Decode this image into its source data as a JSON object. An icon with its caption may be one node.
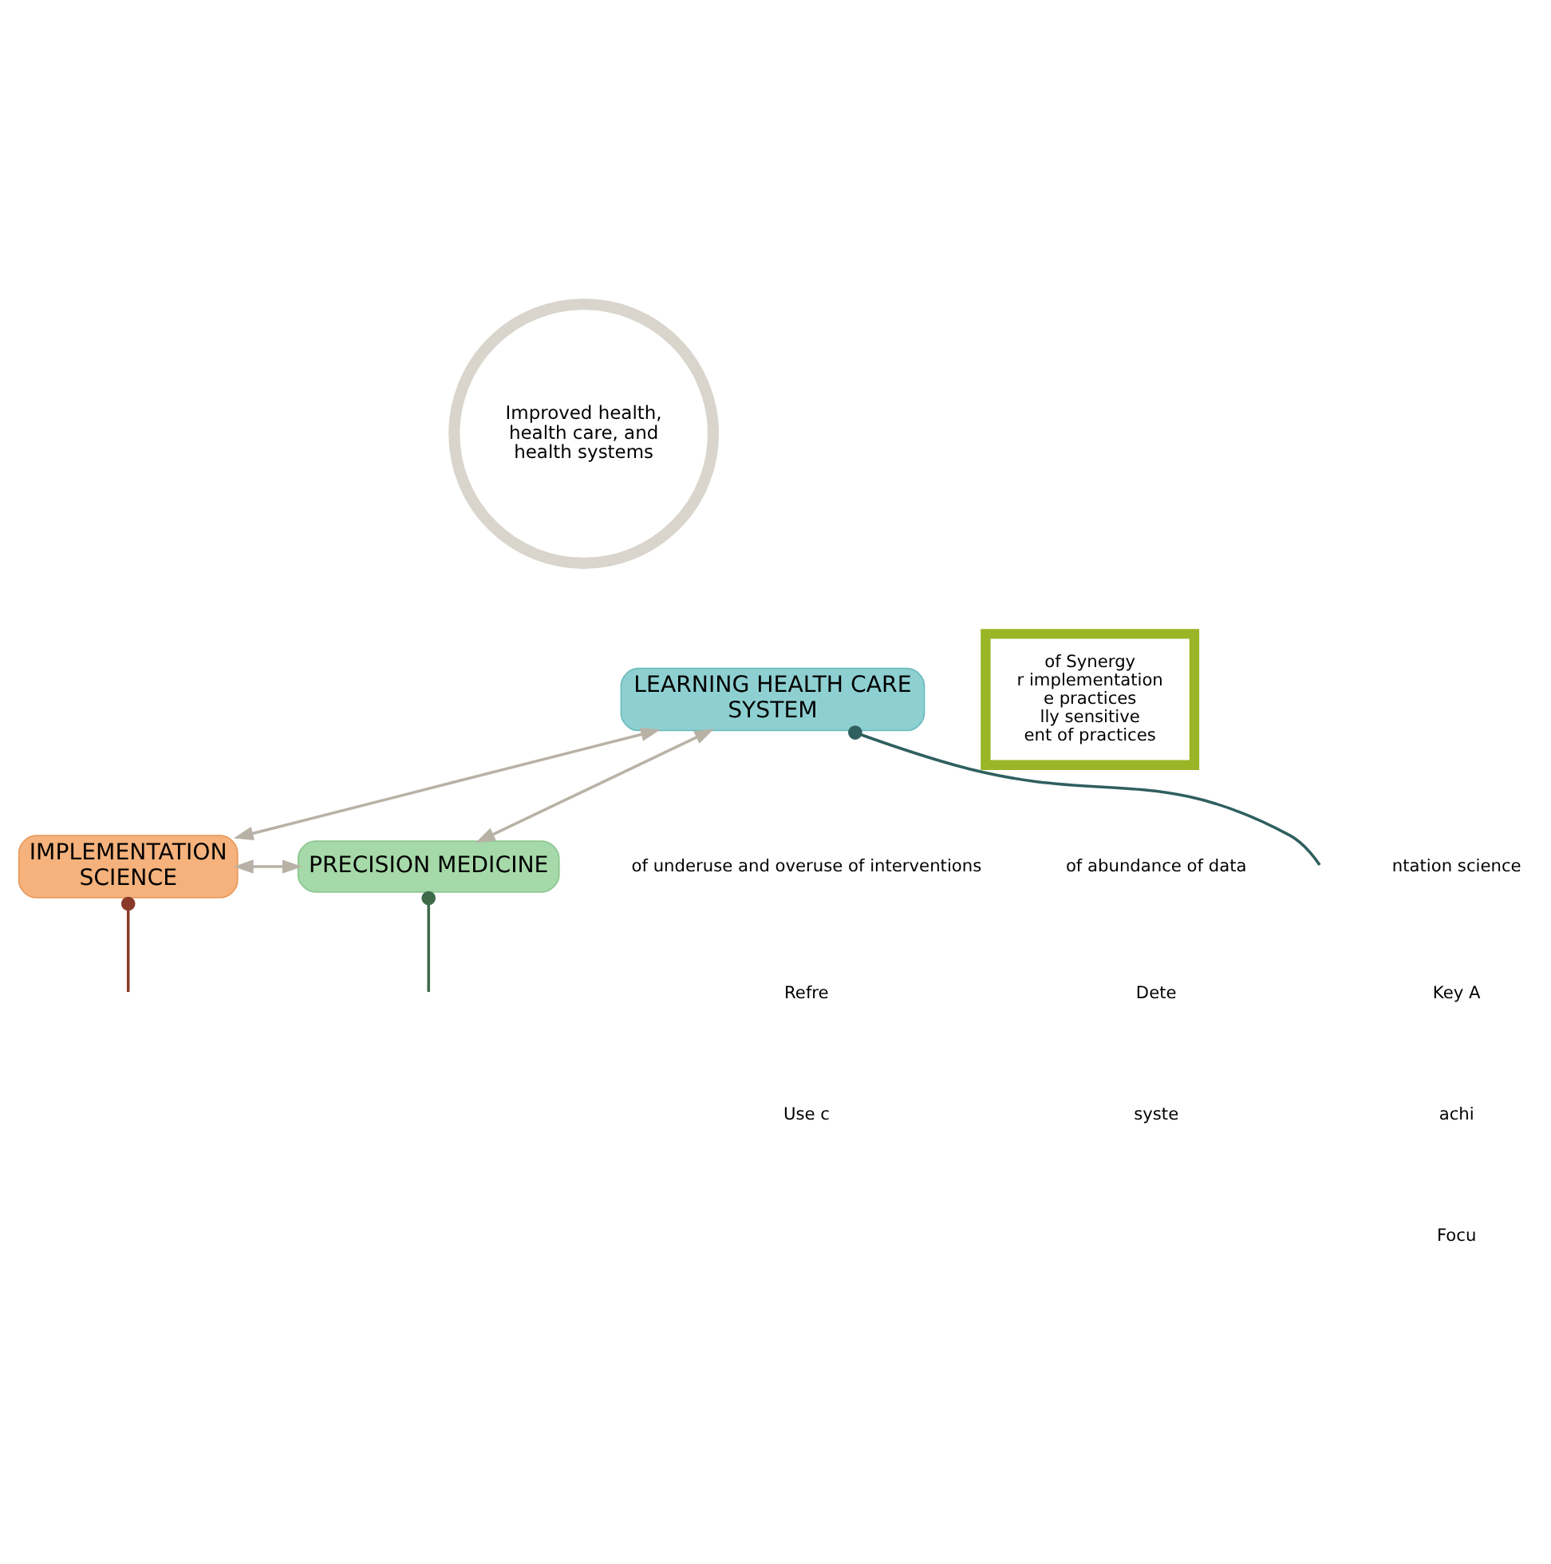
{
  "diagram": {
    "nodes": [
      {
        "text": [
          "Improved health, health care, and health systems"
        ]
      },
      {
        "text": [
          "PRECISION MEDICINE"
        ]
      },
      {
        "text": [
          "IMPLEMENTATION SCIENCE"
        ]
      },
      {
        "text": [
          "LEARNING HEALTH CARE SYSTEM"
        ]
      },
      {
        "text": [
          "of Synergy",
          "r implementation",
          "e practices",
          "lly sensitive",
          "ent of practices"
        ]
      }
    ],
    "edges": [
      {
        "from": 2,
        "to": 1,
        "arrow": "both"
      },
      {
        "from": 3,
        "to": 1,
        "arrow": "both"
      },
      {
        "from": 2,
        "to": 3,
        "arrow": "both"
      },
      {
        "from": 1,
        "to": null,
        "arrow": "other",
        "color": "#3e6b4a"
      },
      {
        "from": 2,
        "to": null,
        "arrow": "other",
        "color": "#8b3a2a"
      },
      {
        "from": 3,
        "to": null,
        "arrow": "other",
        "color": "#2f5f5f"
      }
    ],
    "labels": [
      "ntation science",
      "of underuse and overuse of interventions",
      "of abundance of data",
      "Key A",
      "Refre",
      "Dete",
      "achi",
      "Use c",
      "syste",
      "Focu"
    ]
  }
}
